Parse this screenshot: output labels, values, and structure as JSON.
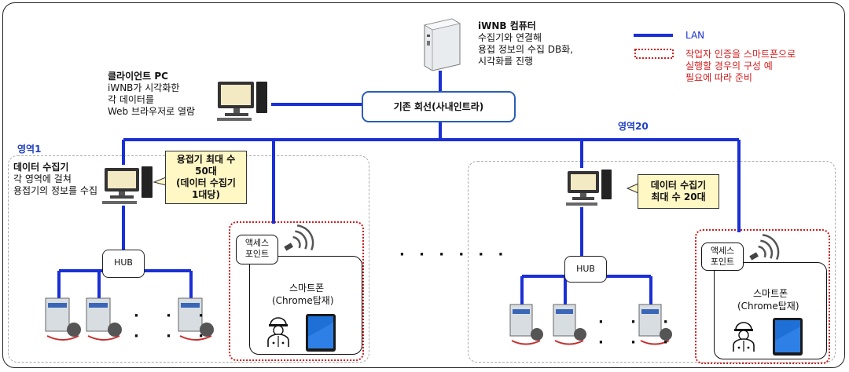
{
  "server": {
    "title": "iWNB 컴퓨터",
    "lines": [
      "수집기와 연결해",
      "용접 정보의 수집 DB화,",
      "시각화를 진행"
    ]
  },
  "client_pc": {
    "title": "클라이언트 PC",
    "lines": [
      "iWNB가 시각화한",
      "각 데이터를",
      "Web 브라우저로 열람"
    ]
  },
  "infra": {
    "label": "기존 회선(사내인트라)"
  },
  "legend": {
    "lan_label": "LAN",
    "dotted_lines": [
      "작업자 인증을 스마트폰으로",
      "실행할 경우의 구성 예",
      "필요에 따라 준비"
    ],
    "lan_color": "#1a2fd6",
    "dotted_color": "#d21c1c"
  },
  "area1": {
    "label": "영역1",
    "collector_title": "데이터 수집기",
    "collector_lines": [
      "각 영역에 걸쳐",
      "용접기의 정보를 수집"
    ],
    "callout_lines": [
      "용접기 최대 수",
      "50대",
      "(데이터 수집기",
      "1대당)"
    ],
    "hub": "HUB",
    "ap_lines": [
      "액세스",
      "포인트"
    ],
    "phone_lines": [
      "스마트폰",
      "(Chrome탑재)"
    ]
  },
  "area20": {
    "label": "영역20",
    "callout_lines": [
      "데이터 수집기",
      "최대 수 20대"
    ],
    "hub": "HUB",
    "ap_lines": [
      "액세스",
      "포인트"
    ],
    "phone_lines": [
      "스마트폰",
      "(Chrome탑재)"
    ]
  },
  "ellipsis": "· · · · · ·",
  "welder_ellipsis": "· · ·"
}
